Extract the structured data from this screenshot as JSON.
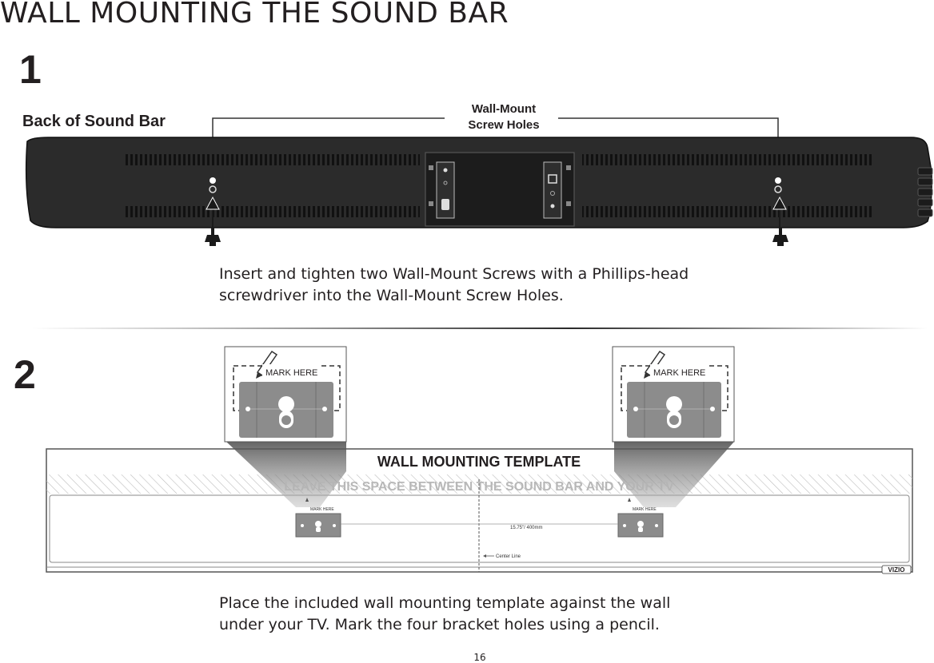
{
  "page": {
    "title": "WALL MOUNTING THE SOUND BAR",
    "page_number": "16"
  },
  "step1": {
    "number": "1",
    "back_label": "Back of Sound Bar",
    "holes_label_line1": "Wall-Mount",
    "holes_label_line2": "Screw Holes",
    "instruction_line1": "Insert and tighten two Wall-Mount Screws with a Phillips-head",
    "instruction_line2": "screwdriver into the Wall-Mount Screw Holes."
  },
  "step2": {
    "number": "2",
    "mark_here": "MARK HERE",
    "template_title": "WALL MOUNTING TEMPLATE",
    "leave_space": "LEAVE THIS SPACE BETWEEN THE SOUND BAR AND YOUR TV",
    "distance": "15.75\"/ 400mm",
    "center_line": "Center Line",
    "brand": "VIZIO",
    "instruction_line1": "Place the included wall mounting template against the wall",
    "instruction_line2": "under your TV. Mark the four bracket holes using a pencil."
  },
  "icons": [
    "pencil-icon",
    "screw-icon",
    "arrow-up-icon"
  ],
  "colors": {
    "soundbar": "#2b2b2b",
    "bracket": "#8c8c8c",
    "text": "#231f20"
  }
}
